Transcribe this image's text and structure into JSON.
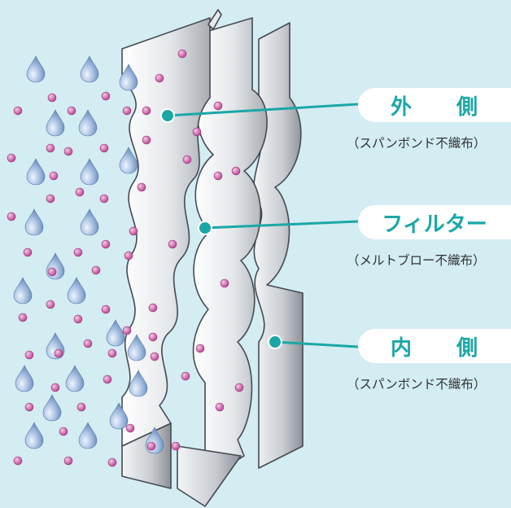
{
  "labels": {
    "outer": {
      "title": "外　　側",
      "subtitle": "（スパンボンド不織布）"
    },
    "filter": {
      "title": "フィルター",
      "subtitle": "（メルトブロー不織布）"
    },
    "inner": {
      "title": "内　　側",
      "subtitle": "（スパンボンド不織布）"
    }
  },
  "colors": {
    "background": "#d3edf3",
    "accent": "#1aa7a6",
    "particle": "#c9519f",
    "droplet": "#7f9fc9"
  },
  "icons": {
    "droplet": "droplet-icon",
    "particle": "particle-icon"
  }
}
